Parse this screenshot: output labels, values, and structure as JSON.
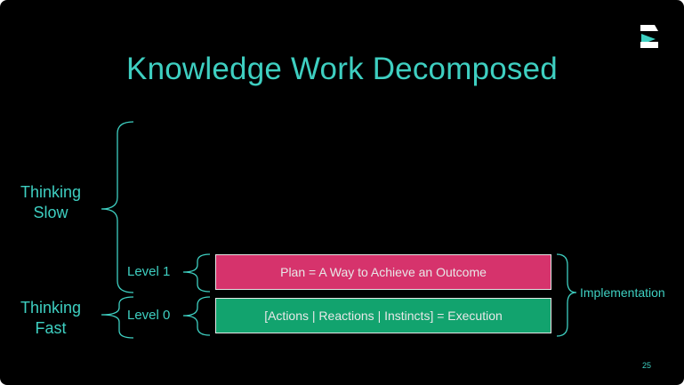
{
  "slide": {
    "title": "Knowledge Work Decomposed",
    "page_number": "25"
  },
  "labels": {
    "thinking_slow": [
      "Thinking",
      "Slow"
    ],
    "thinking_fast": [
      "Thinking",
      "Fast"
    ],
    "level_1": "Level 1",
    "level_0": "Level 0",
    "implementation": "Implementation"
  },
  "boxes": {
    "plan": "Plan = A Way to Achieve an Outcome",
    "execution": "[Actions | Reactions | Instincts] = Execution"
  },
  "colors": {
    "background": "#000000",
    "accent": "#3ecfc1",
    "plan_box": "#d6336c",
    "execution_box": "#12a36e",
    "brace": "#3ecfc1"
  },
  "icons": {
    "logo": "stacked-chevrons-logo-icon"
  }
}
